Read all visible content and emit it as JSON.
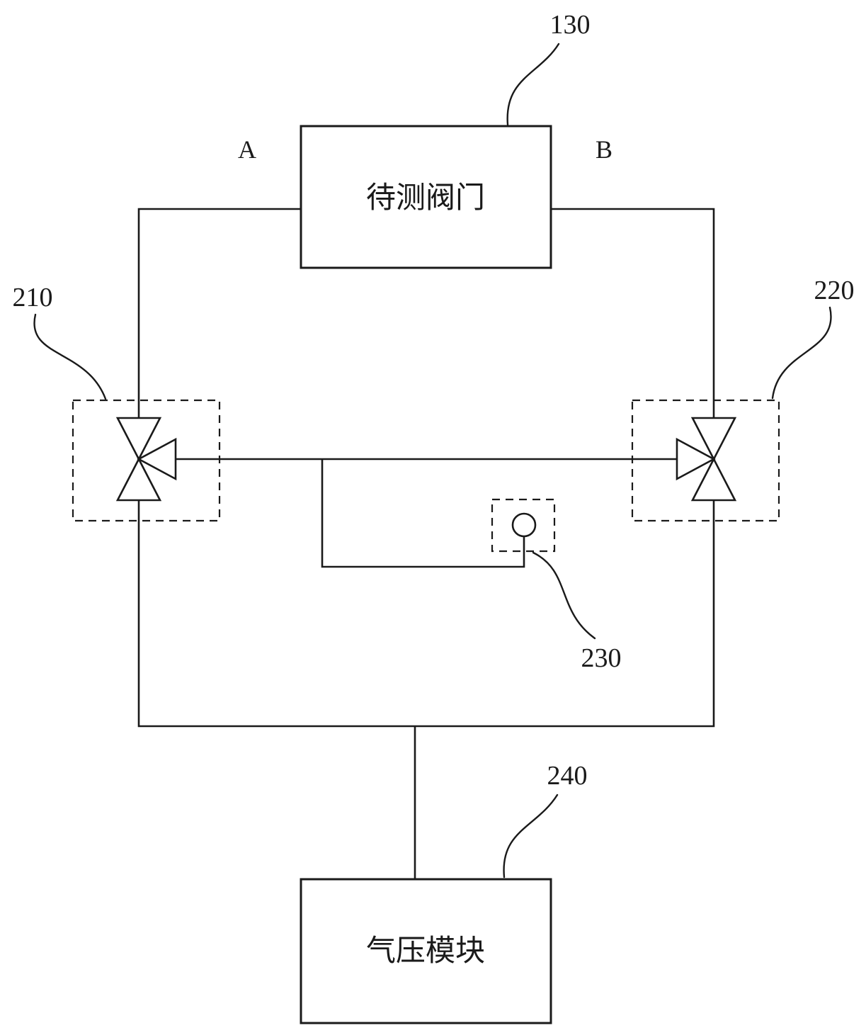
{
  "diagram": {
    "title_block": {
      "valve_under_test": "待测阀门",
      "pneumatic_module": "气压模块"
    },
    "ports": {
      "a": "A",
      "b": "B"
    },
    "references": {
      "r130": "130",
      "r210": "210",
      "r220": "220",
      "r230": "230",
      "r240": "240"
    },
    "colors": {
      "line": "#1a1a1a",
      "background": "#ffffff"
    }
  }
}
